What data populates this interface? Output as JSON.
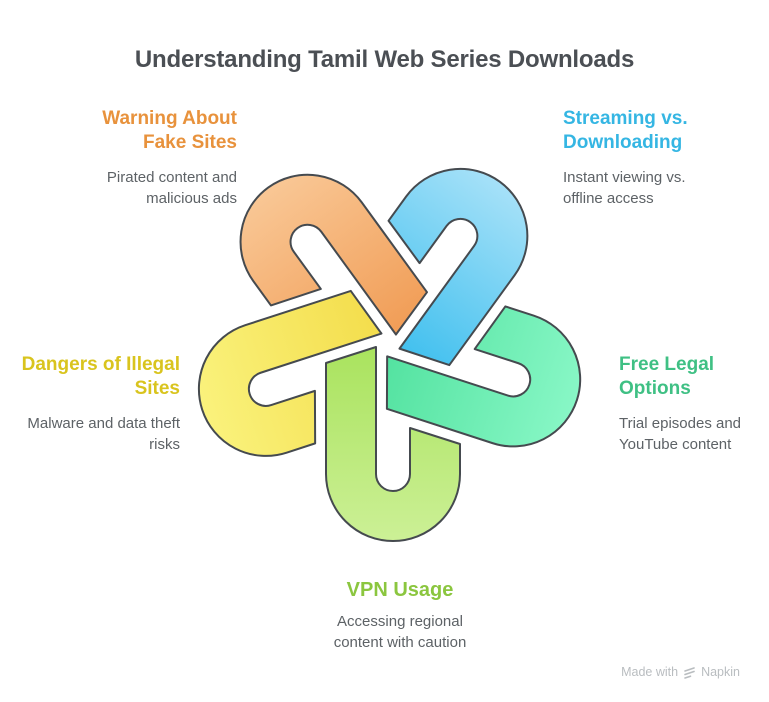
{
  "title": "Understanding Tamil Web Series Downloads",
  "sections": [
    {
      "id": "warning",
      "heading": "Warning About\nFake Sites",
      "body": "Pirated content and\nmalicious ads",
      "accent": "#e8923c"
    },
    {
      "id": "streaming",
      "heading": "Streaming vs.\nDownloading",
      "body": "Instant viewing vs.\noffline access",
      "accent": "#35b6e3"
    },
    {
      "id": "dangers",
      "heading": "Dangers of Illegal\nSites",
      "body": "Malware and data theft\nrisks",
      "accent": "#d9c41e"
    },
    {
      "id": "free_legal",
      "heading": "Free Legal\nOptions",
      "body": "Trial episodes and\nYouTube content",
      "accent": "#3fc084"
    },
    {
      "id": "vpn",
      "heading": "VPN Usage",
      "body": "Accessing regional\ncontent with caution",
      "accent": "#8bc63f"
    }
  ],
  "ribbons": [
    {
      "id": "warning",
      "color_light": "#f9c795",
      "color_dark": "#f09a52"
    },
    {
      "id": "streaming",
      "color_light": "#a6e1f8",
      "color_dark": "#3bbeee"
    },
    {
      "id": "dangers",
      "color_light": "#faf27c",
      "color_dark": "#f3dc49"
    },
    {
      "id": "free_legal",
      "color_light": "#88f7c6",
      "color_dark": "#50e19e"
    },
    {
      "id": "vpn",
      "color_light": "#ccf096",
      "color_dark": "#a7e25a"
    }
  ],
  "outline_color": "#454a4f",
  "watermark": {
    "prefix": "Made with",
    "brand": "Napkin"
  }
}
